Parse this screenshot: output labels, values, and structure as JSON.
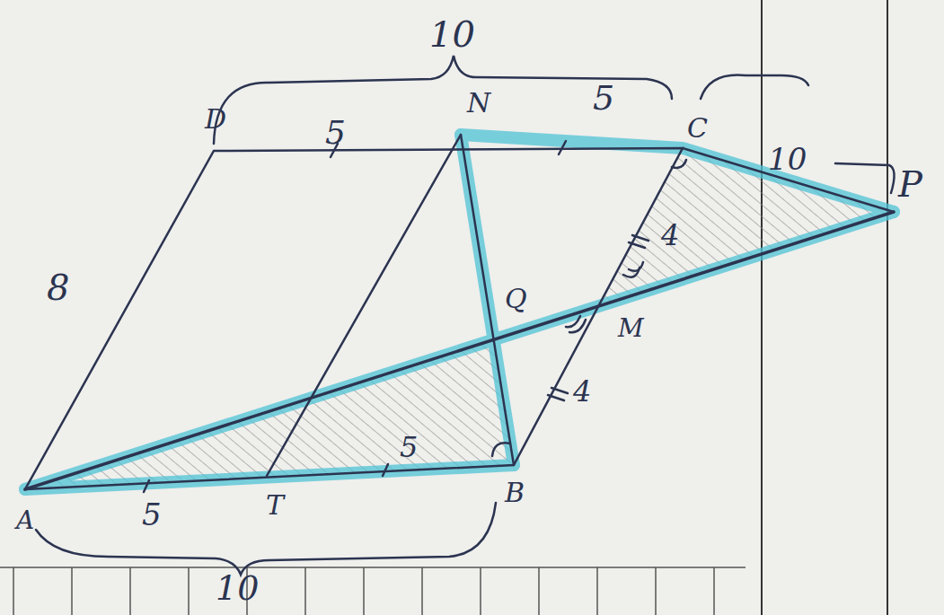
{
  "diagram": {
    "labels": [
      "10",
      "D",
      "5",
      "N",
      "5",
      "C",
      "10",
      "P",
      "8",
      "Q",
      "4",
      "M",
      "4",
      "A",
      "5",
      "T",
      "5",
      "B",
      "10"
    ]
  }
}
